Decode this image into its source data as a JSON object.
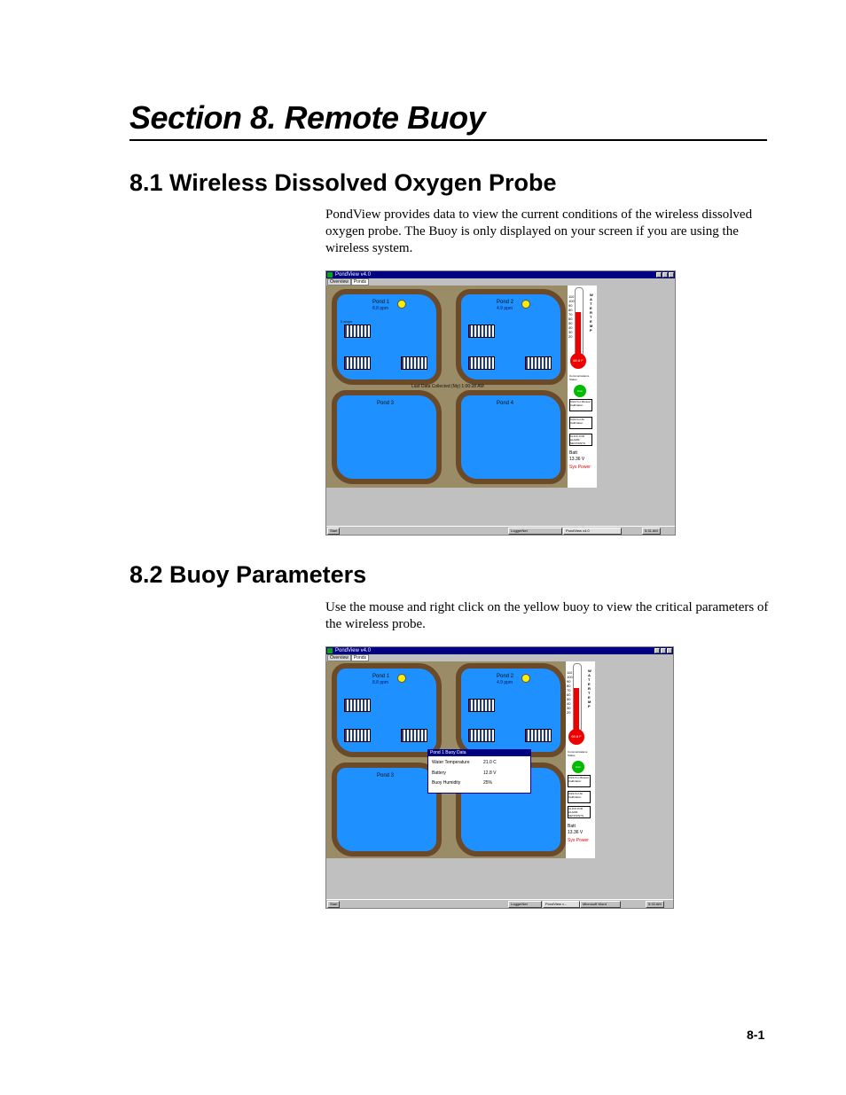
{
  "heading": "Section 8.  Remote Buoy",
  "s81_title": "8.1  Wireless Dissolved Oxygen Probe",
  "s81_text": "PondView provides data to view the current conditions of the wireless dissolved oxygen probe.  The Buoy is only displayed on your screen if you are using the wireless system.",
  "s82_title": "8.2  Buoy Parameters",
  "s82_text": "Use the mouse and right click on the yellow buoy to view the critical parameters of the wireless probe.",
  "page_number": "8-1",
  "app": {
    "title": "PondView v4.0",
    "tabs": [
      "Overview",
      "Ponds"
    ],
    "ponds": [
      {
        "name": "Pond 1",
        "reading": "8.8 ppm"
      },
      {
        "name": "Pond 2",
        "reading": "4.9 ppm"
      },
      {
        "name": "Pond 3",
        "reading": ""
      },
      {
        "name": "Pond 4",
        "reading": ""
      }
    ],
    "last_data": "Last Data Collected (My) 1:00:28 AM",
    "water_temp_vertical": "WATER TEMP",
    "scale": [
      "110",
      "100",
      "90",
      "80",
      "70",
      "60",
      "50",
      "40",
      "30",
      "20"
    ],
    "temp_value": "69.8 F",
    "comm_status_label": "Communications Status",
    "comm_button": "Com Enabled",
    "buttons": [
      "Click For Manual Calibration",
      "Click For Air Calibration",
      "CLICK FOR ALARM SETPOINTS"
    ],
    "batt_label": "Batt",
    "batt_value": "13.36 V",
    "sys_power": "Sys Power",
    "amps_label": "0 amps",
    "taskbar": {
      "start": "Start",
      "items1": [
        "LoggerNet",
        "PondView v4.0"
      ],
      "items2": [
        "LoggerNet",
        "PondView v...",
        "Microsoft Word"
      ],
      "clock1": "5:31 AM",
      "clock2": "5:33 AM"
    }
  },
  "popup": {
    "title": "Pond 1 Buoy Data",
    "rows": [
      {
        "label": "Water Temperature",
        "value": "21.0 C"
      },
      {
        "label": "Battery",
        "value": "12.8 V"
      },
      {
        "label": "Buoy Humidity",
        "value": "25%"
      }
    ]
  }
}
